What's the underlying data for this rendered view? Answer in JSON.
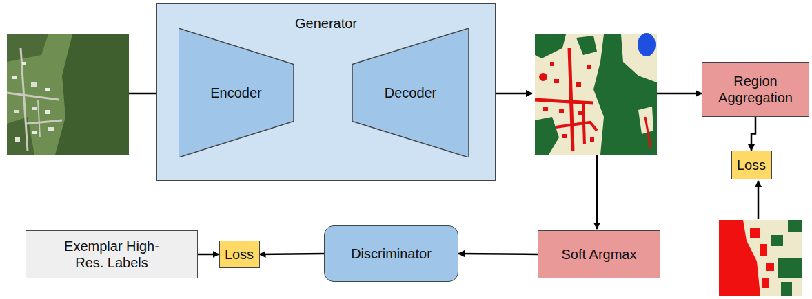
{
  "diagram": {
    "nodes": [
      {
        "text": [
          "Generator"
        ]
      },
      {
        "text": [
          "Encoder"
        ],
        "in": 0
      },
      {
        "text": [
          "Decoder"
        ],
        "in": 0
      },
      {
        "text": [
          "Region Aggregation"
        ]
      },
      {
        "text": [
          "Loss"
        ]
      },
      {
        "text": [
          "Exemplar High-Res. Labels"
        ]
      },
      {
        "text": [
          "Loss"
        ]
      },
      {
        "text": [
          "Discriminator"
        ]
      },
      {
        "text": [
          "Soft Argmax"
        ]
      }
    ],
    "edges": [
      {
        "from": 1,
        "to": 2,
        "arrow": "none"
      },
      {
        "from": 3,
        "to": 4,
        "arrow": "to"
      },
      {
        "from": 5,
        "to": 6,
        "arrow": "to"
      },
      {
        "from": 7,
        "to": 6,
        "arrow": "to"
      },
      {
        "from": 8,
        "to": 7,
        "arrow": "to"
      }
    ]
  }
}
